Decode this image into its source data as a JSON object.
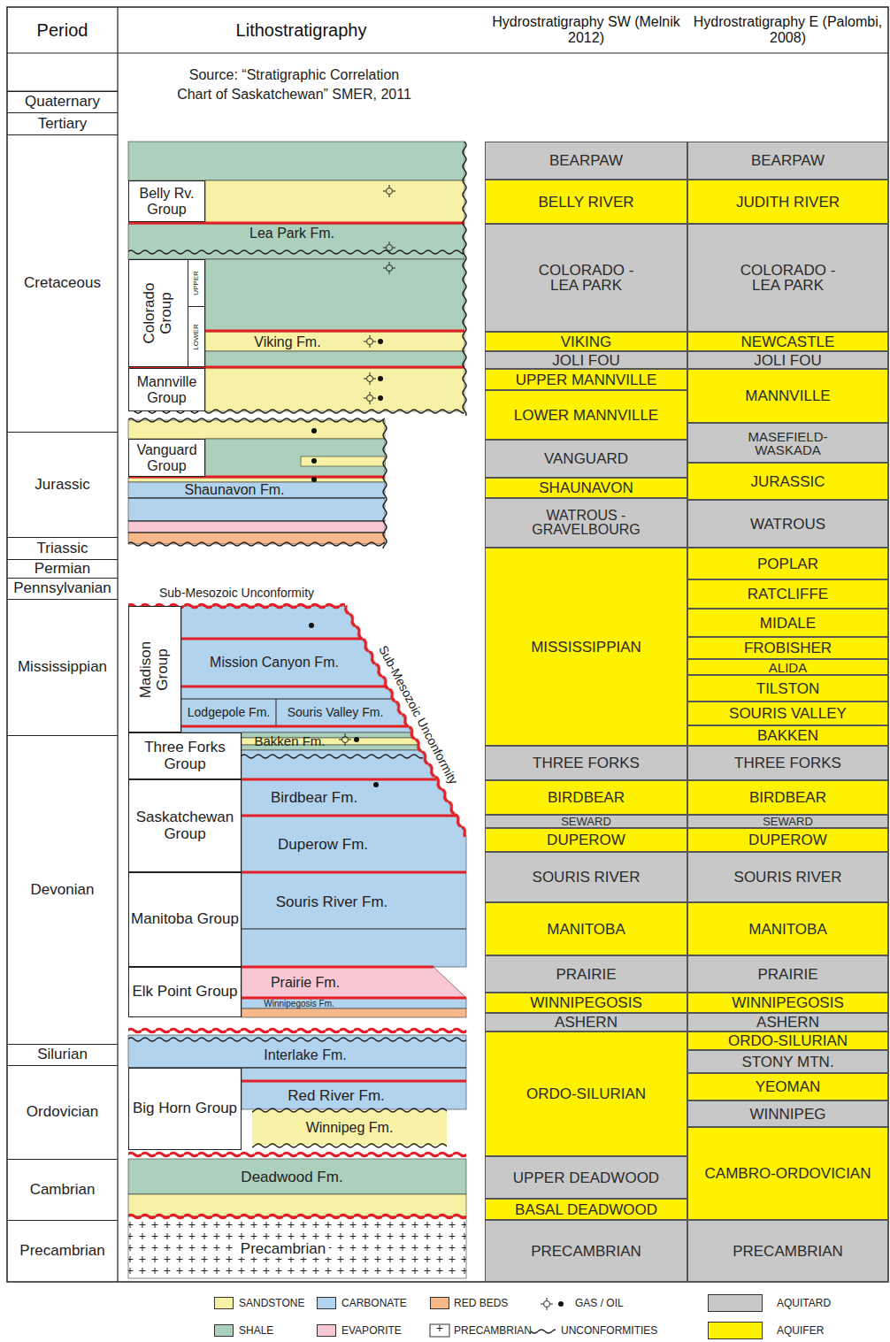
{
  "diagram": {
    "nodes": [
      {
        "text": [
          "Period"
        ]
      },
      {
        "text": [
          "Lithostratigraphy"
        ]
      },
      {
        "text": [
          "Hydrostratigraphy SW (Melnik 2012)"
        ]
      },
      {
        "text": [
          "Hydrostratigraphy E (Palombi, 2008)"
        ]
      },
      {
        "text": [
          "Quaternary"
        ]
      },
      {
        "text": [
          "Tertiary"
        ]
      },
      {
        "text": [
          "Cretaceous"
        ]
      },
      {
        "text": [
          "Jurassic"
        ]
      },
      {
        "text": [
          "Triassic"
        ]
      },
      {
        "text": [
          "Permian"
        ]
      },
      {
        "text": [
          "Pennsylvanian"
        ]
      },
      {
        "text": [
          "Mississippian"
        ]
      },
      {
        "text": [
          "Devonian"
        ]
      },
      {
        "text": [
          "Silurian"
        ]
      },
      {
        "text": [
          "Ordovician"
        ]
      },
      {
        "text": [
          "Cambrian"
        ]
      },
      {
        "text": [
          "Precambrian"
        ]
      },
      {
        "text": [
          "Belly Rv. Group"
        ]
      },
      {
        "text": [
          "Lea Park Fm."
        ]
      },
      {
        "text": [
          "Colorado Group",
          "UPPER",
          "LOWER"
        ]
      },
      {
        "text": [
          "Viking Fm."
        ]
      },
      {
        "text": [
          "Mannville Group"
        ]
      },
      {
        "text": [
          "Vanguard Group"
        ]
      },
      {
        "text": [
          "Shaunavon Fm."
        ]
      },
      {
        "text": [
          "Madison Group"
        ]
      },
      {
        "text": [
          "Mission Canyon Fm."
        ]
      },
      {
        "text": [
          "Lodgepole Fm."
        ]
      },
      {
        "text": [
          "Souris Valley Fm."
        ]
      },
      {
        "text": [
          "Three Forks Group"
        ]
      },
      {
        "text": [
          "Bakken Fm."
        ]
      },
      {
        "text": [
          "Saskatchewan Group"
        ]
      },
      {
        "text": [
          "Birdbear Fm."
        ]
      },
      {
        "text": [
          "Duperow Fm."
        ]
      },
      {
        "text": [
          "Manitoba Group"
        ]
      },
      {
        "text": [
          "Souris River Fm."
        ]
      },
      {
        "text": [
          "Elk Point Group"
        ]
      },
      {
        "text": [
          "Prairie Fm."
        ]
      },
      {
        "text": [
          "Winnipegosis Fm."
        ]
      },
      {
        "text": [
          "Big Horn Group"
        ]
      },
      {
        "text": [
          "Interlake Fm."
        ]
      },
      {
        "text": [
          "Red River Fm."
        ]
      },
      {
        "text": [
          "Winnipeg Fm."
        ]
      },
      {
        "text": [
          "Deadwood Fm."
        ]
      },
      {
        "text": [
          "Precambrian"
        ]
      },
      {
        "text": [
          "BEARPAW"
        ]
      },
      {
        "text": [
          "BELLY RIVER"
        ]
      },
      {
        "text": [
          "COLORADO - LEA PARK"
        ]
      },
      {
        "text": [
          "VIKING"
        ]
      },
      {
        "text": [
          "JOLI FOU"
        ]
      },
      {
        "text": [
          "UPPER MANNVILLE"
        ]
      },
      {
        "text": [
          "LOWER MANNVILLE"
        ]
      },
      {
        "text": [
          "VANGUARD"
        ]
      },
      {
        "text": [
          "SHAUNAVON"
        ]
      },
      {
        "text": [
          "WATROUS - GRAVELBOURG"
        ]
      },
      {
        "text": [
          "MISSISSIPPIAN"
        ]
      },
      {
        "text": [
          "THREE FORKS"
        ]
      },
      {
        "text": [
          "BIRDBEAR"
        ]
      },
      {
        "text": [
          "SEWARD"
        ]
      },
      {
        "text": [
          "DUPEROW"
        ]
      },
      {
        "text": [
          "SOURIS RIVER"
        ]
      },
      {
        "text": [
          "MANITOBA"
        ]
      },
      {
        "text": [
          "PRAIRIE"
        ]
      },
      {
        "text": [
          "WINNIPEGOSIS"
        ]
      },
      {
        "text": [
          "ASHERN"
        ]
      },
      {
        "text": [
          "ORDO-SILURIAN"
        ]
      },
      {
        "text": [
          "UPPER DEADWOOD"
        ]
      },
      {
        "text": [
          "BASAL DEADWOOD"
        ]
      },
      {
        "text": [
          "PRECAMBRIAN"
        ]
      },
      {
        "text": [
          "BEARPAW"
        ]
      },
      {
        "text": [
          "JUDITH RIVER"
        ]
      },
      {
        "text": [
          "COLORADO - LEA PARK"
        ]
      },
      {
        "text": [
          "NEWCASTLE"
        ]
      },
      {
        "text": [
          "JOLI FOU"
        ]
      },
      {
        "text": [
          "MANNVILLE"
        ]
      },
      {
        "text": [
          "MASEFIELD-WASKADA"
        ]
      },
      {
        "text": [
          "JURASSIC"
        ]
      },
      {
        "text": [
          "WATROUS"
        ]
      },
      {
        "text": [
          "POPLAR"
        ]
      },
      {
        "text": [
          "RATCLIFFE"
        ]
      },
      {
        "text": [
          "MIDALE"
        ]
      },
      {
        "text": [
          "FROBISHER"
        ]
      },
      {
        "text": [
          "ALIDA"
        ]
      },
      {
        "text": [
          "TILSTON"
        ]
      },
      {
        "text": [
          "SOURIS VALLEY"
        ]
      },
      {
        "text": [
          "BAKKEN"
        ]
      },
      {
        "text": [
          "THREE FORKS"
        ]
      },
      {
        "text": [
          "BIRDBEAR"
        ]
      },
      {
        "text": [
          "SEWARD"
        ]
      },
      {
        "text": [
          "DUPEROW"
        ]
      },
      {
        "text": [
          "SOURIS RIVER"
        ]
      },
      {
        "text": [
          "MANITOBA"
        ]
      },
      {
        "text": [
          "PRAIRIE"
        ]
      },
      {
        "text": [
          "WINNIPEGOSIS"
        ]
      },
      {
        "text": [
          "ASHERN"
        ]
      },
      {
        "text": [
          "ORDO-SILURIAN"
        ]
      },
      {
        "text": [
          "STONY MTN."
        ]
      },
      {
        "text": [
          "YEOMAN"
        ]
      },
      {
        "text": [
          "WINNIPEG"
        ]
      },
      {
        "text": [
          "CAMBRO-ORDOVICIAN"
        ]
      },
      {
        "text": [
          "PRECAMBRIAN"
        ]
      }
    ],
    "labels": [
      "Source: “Stratigraphic Correlation Chart of Saskatchewan” SMER, 2011",
      "Sub-Mesozoic Unconformity",
      "Sub-Mesozoic Unconformity"
    ],
    "legend": [
      {
        "text": "SANDSTONE",
        "color": "#f7f1a5"
      },
      {
        "text": "CARBONATE",
        "color": "#b2d3ee"
      },
      {
        "text": "RED BEDS",
        "color": "#f8b98a"
      },
      {
        "text": "GAS / OIL"
      },
      {
        "text": "AQUITARD",
        "color": "#c8c8c8"
      },
      {
        "text": "SHALE",
        "color": "#acd0bb"
      },
      {
        "text": "EVAPORITE",
        "color": "#f9c6d3"
      },
      {
        "text": "PRECAMBRIAN"
      },
      {
        "text": "UNCONFORMITIES"
      },
      {
        "text": "AQUIFER",
        "color": "#fff200"
      }
    ]
  }
}
